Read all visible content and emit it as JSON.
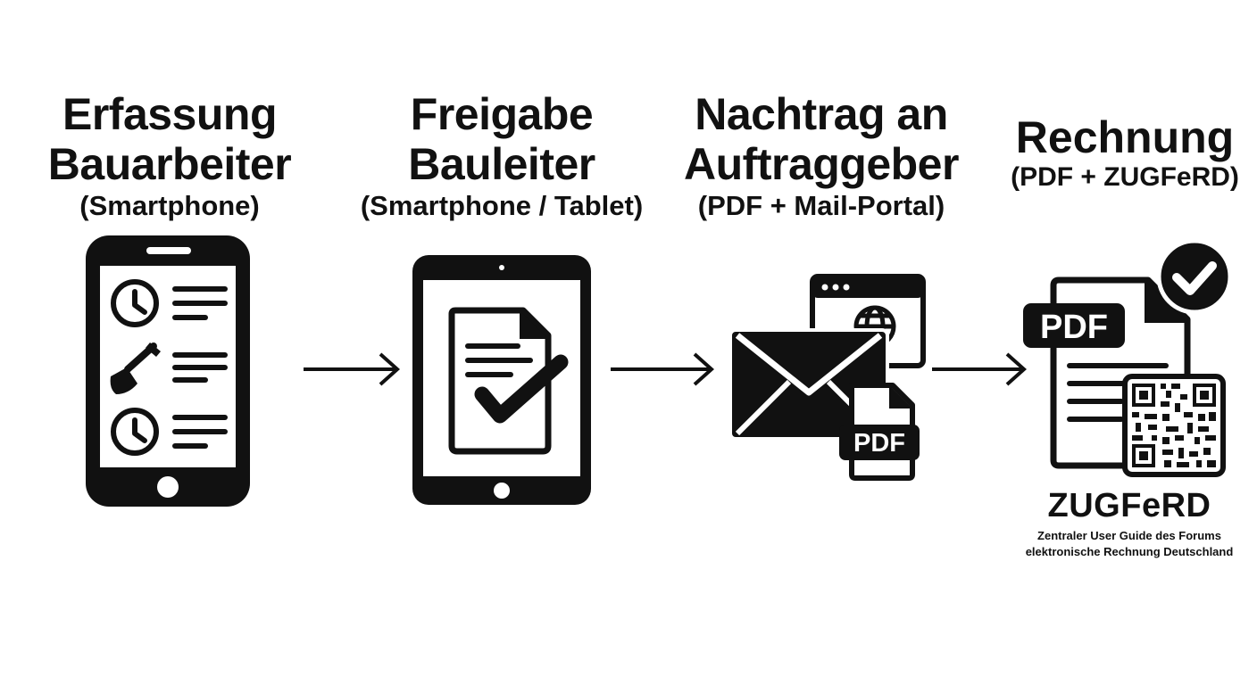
{
  "steps": [
    {
      "title_line1": "Erfassung",
      "title_line2": "Bauarbeiter",
      "subtitle": "(Smartphone)"
    },
    {
      "title_line1": "Freigabe",
      "title_line2": "Bauleiter",
      "subtitle": "(Smartphone / Tablet)"
    },
    {
      "title_line1": "Nachtrag an",
      "title_line2": "Auftraggeber",
      "subtitle": "(PDF + Mail-Portal)"
    },
    {
      "title_line1": "Rechnung",
      "subtitle": "(PDF + ZUGFeRD)"
    }
  ],
  "badges": {
    "pdf_small": "PDF",
    "pdf_large": "PDF"
  },
  "zugferd": {
    "name": "ZUGFeRD",
    "desc_line1": "Zentraler User Guide des Forums",
    "desc_line2": "elektronische Rechnung Deutschland"
  },
  "icons": [
    "smartphone-checklist-icon",
    "tablet-document-check-icon",
    "envelope-browser-pdf-icon",
    "invoice-pdf-qr-check-icon",
    "arrow-right-icon"
  ],
  "colors": {
    "ink": "#111111",
    "background": "#ffffff"
  }
}
